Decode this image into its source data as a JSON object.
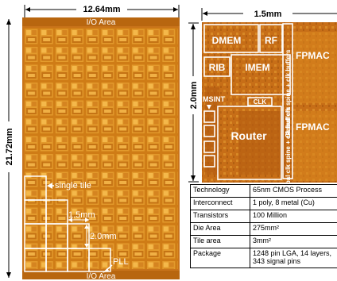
{
  "left_die": {
    "width_dim": "12.64mm",
    "height_dim": "21.72mm",
    "io_top": "I/O Area",
    "io_bottom": "I/O Area",
    "single_tile_label": "single tile",
    "tile_w": "1.5mm",
    "tile_h": "2.0mm",
    "pll": "PLL"
  },
  "tile": {
    "width_dim": "1.5mm",
    "height_dim": "2.0mm",
    "dmem": "DMEM",
    "rf": "RF",
    "rib": "RIB",
    "imem": "IMEM",
    "fpmac_top": "FPMAC",
    "fpmac_bottom": "FPMAC",
    "msint": "MSINT",
    "clk": "CLK",
    "router": "Router",
    "spine_top": "Global clk spine + clk buffers",
    "spine_bottom": "Global clk spine + clk buffers"
  },
  "specs": [
    {
      "k": "Technology",
      "v": "65nm CMOS Process"
    },
    {
      "k": "Interconnect",
      "v": "1 poly, 8 metal (Cu)"
    },
    {
      "k": "Transistors",
      "v": "100 Million"
    },
    {
      "k": "Die Area",
      "v": "275mm²"
    },
    {
      "k": "Tile area",
      "v": "3mm²"
    },
    {
      "k": "Package",
      "v": "1248 pin LGA, 14 layers, 343 signal pins"
    }
  ],
  "colors": {
    "die_base": "#d8881c",
    "die_grid": "#f0b040",
    "tile_base": "#c86a12",
    "label_fill": "#ffffff"
  }
}
